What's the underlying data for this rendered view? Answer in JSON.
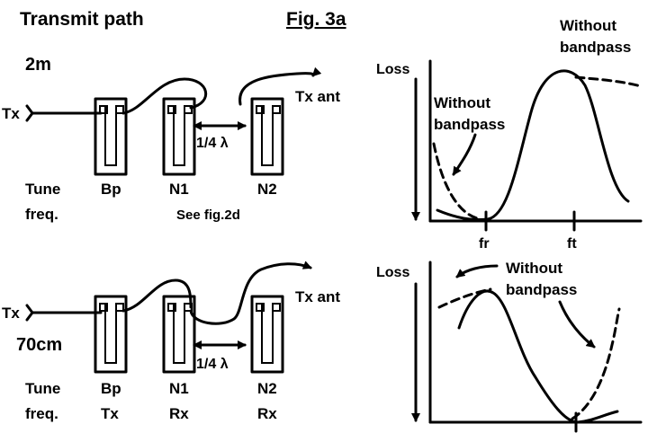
{
  "title": "Transmit path",
  "figure_label": "Fig. 3a",
  "top": {
    "band": "2m",
    "tx_in": "Tx",
    "tx_ant": "Tx ant",
    "quarter_wave": "1/4 λ",
    "tune_line1": "Tune",
    "tune_line2": "freq.",
    "res_labels": [
      "Bp",
      "N1",
      "N2"
    ],
    "note": "See fig.2d",
    "graph": {
      "loss_label": "Loss",
      "annot_left": [
        "Without",
        "bandpass"
      ],
      "annot_right": [
        "Without",
        "bandpass"
      ],
      "ticks": [
        "fr",
        "ft"
      ]
    }
  },
  "bottom": {
    "band": "70cm",
    "tx_in": "Tx",
    "tx_ant": "Tx ant",
    "quarter_wave": "1/4 λ",
    "tune_line1": "Tune",
    "tune_line2": "freq.",
    "res_labels": [
      "Bp",
      "N1",
      "N2"
    ],
    "res_sublabels": [
      "Tx",
      "Rx",
      "Rx"
    ],
    "graph": {
      "loss_label": "Loss",
      "annot": [
        "Without",
        "bandpass"
      ]
    }
  }
}
